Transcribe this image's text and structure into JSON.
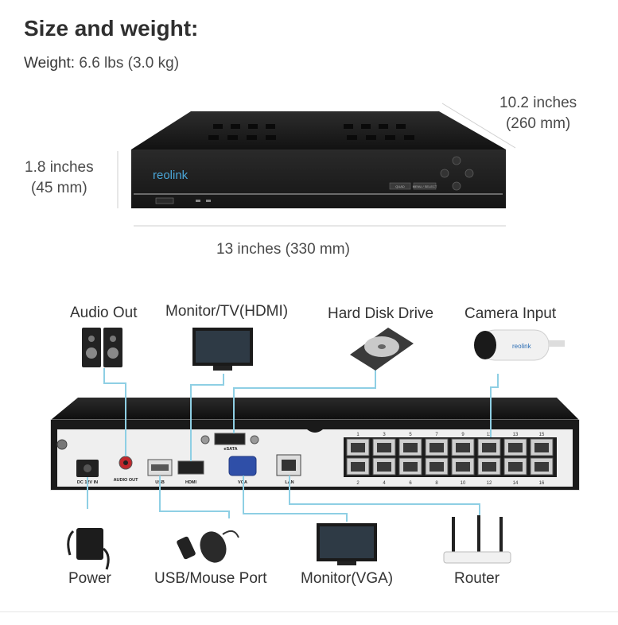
{
  "heading": {
    "title": "Size and weight:",
    "weight_label": "Weight:",
    "weight_value": " 6.6 lbs (3.0 kg)"
  },
  "dimensions": {
    "depth_line1": "10.2 inches",
    "depth_line2": "(260 mm)",
    "height_line1": "1.8 inches",
    "height_line2": "(45 mm)",
    "width": "13 inches (330 mm)"
  },
  "device": {
    "brand_logo": "reolink",
    "front_buttons": [
      "QUAD",
      "MENU / SELECT"
    ],
    "rear_port_labels": [
      "DC 12V IN",
      "AUDIO OUT",
      "USB",
      "HDMI",
      "eSATA",
      "VGA",
      "LAN"
    ],
    "poe_port_numbers_top": [
      "1",
      "3",
      "5",
      "7",
      "9",
      "11",
      "13",
      "15"
    ],
    "poe_port_numbers_bottom": [
      "2",
      "4",
      "6",
      "8",
      "10",
      "12",
      "14",
      "16"
    ]
  },
  "connections": {
    "audio_out": "Audio Out",
    "monitor_hdmi": "Monitor/TV(HDMI)",
    "hard_disk": "Hard Disk Drive",
    "camera_input": "Camera Input",
    "power": "Power",
    "usb_mouse": "USB/Mouse Port",
    "monitor_vga": "Monitor(VGA)",
    "router": "Router"
  },
  "colors": {
    "connector_line": "#8ecfe4",
    "device_body": "#1b1b1b",
    "rear_panel": "#f2f2f2"
  },
  "icons": [
    "speaker-icon",
    "monitor-icon",
    "hard-drive-icon",
    "camera-icon",
    "power-adapter-icon",
    "usb-mouse-icon",
    "router-icon"
  ]
}
